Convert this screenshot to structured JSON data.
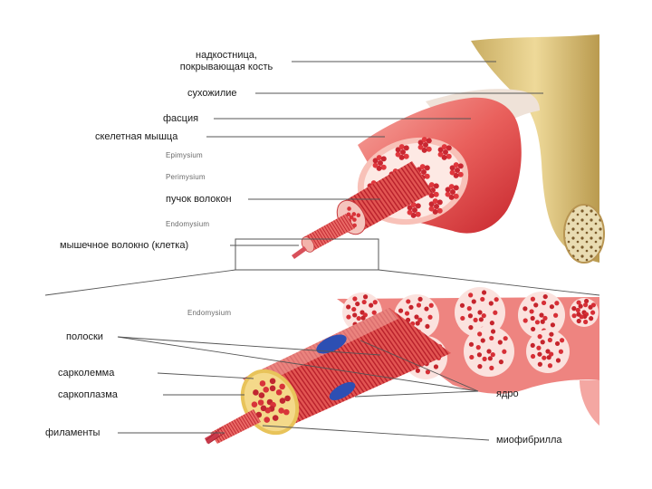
{
  "labels": {
    "periosteum_l1": "надкостница,",
    "periosteum_l2": "покрывающая кость",
    "tendon": "сухожилие",
    "fascia": "фасция",
    "skeletal_muscle": "скелетная мышца",
    "fascicle": "пучок волокон",
    "muscle_fiber": "мышечное волокно (клетка)",
    "striations": "полоски",
    "sarcolemma": "сарколемма",
    "sarcoplasm": "саркоплазма",
    "filaments": "филаменты",
    "nucleus": "ядро",
    "myofibril": "миофибрилла"
  },
  "latin": {
    "epimysium": "Epimysium",
    "perimysium": "Perimysium",
    "endomysium_top": "Endomysium",
    "endomysium_bottom": "Endomysium"
  },
  "colors": {
    "muscle_red": "#d8343a",
    "muscle_pink": "#f08a86",
    "bone_tan": "#d9c27c",
    "nucleus_blue": "#2d4fb3",
    "sarcoplasm_yellow": "#e8c35a",
    "leader_line": "#555555"
  }
}
